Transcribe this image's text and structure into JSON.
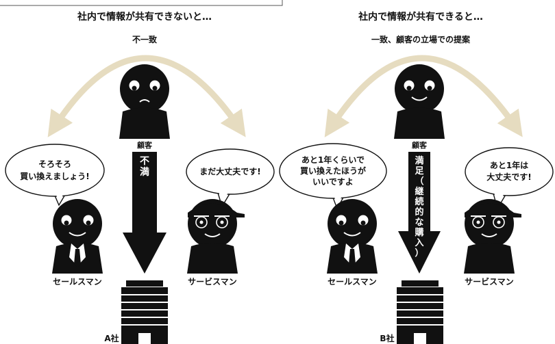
{
  "colors": {
    "arc": "#e6dcc0",
    "ink": "#111111",
    "bubble_fill": "#ffffff"
  },
  "left": {
    "heading": "社内で情報が共有できないと…",
    "arc_label": "不一致",
    "customer_label": "顧客",
    "arrow_text": [
      "不",
      "満"
    ],
    "sales_bubble": [
      "そろそろ",
      "買い換えましょう!"
    ],
    "service_bubble": [
      "まだ大丈夫です!"
    ],
    "sales_label": "セールスマン",
    "service_label": "サービスマン",
    "company_label": "A社"
  },
  "right": {
    "heading": "社内で情報が共有できると…",
    "arc_label": "一致、顧客の立場での提案",
    "customer_label": "顧客",
    "arrow_text": [
      "満",
      "足",
      "（",
      "継",
      "続",
      "的",
      "な",
      "購",
      "入",
      "）"
    ],
    "sales_bubble": [
      "あと1年くらいで",
      "買い換えたほうが",
      "いいですよ"
    ],
    "service_bubble": [
      "あと1年は",
      "大丈夫です!"
    ],
    "sales_label": "セールスマン",
    "service_label": "サービスマン",
    "company_label": "B社"
  }
}
